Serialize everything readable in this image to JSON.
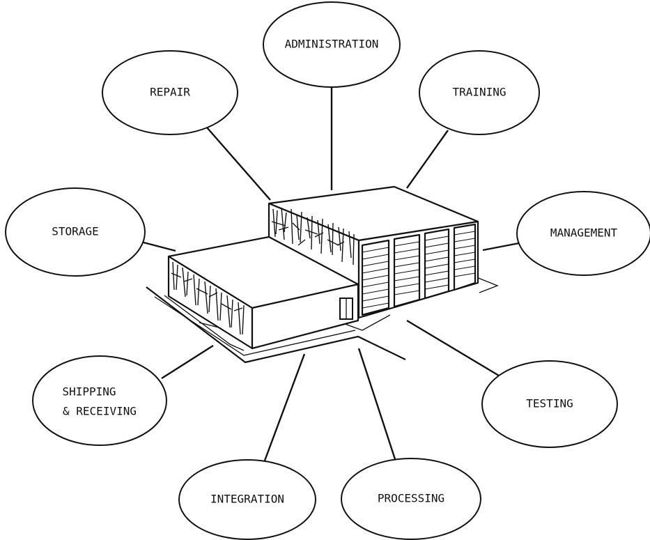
{
  "diagram": {
    "building_name": "facility-building",
    "nodes": [
      {
        "id": "administration",
        "label": "ADMINISTRATION"
      },
      {
        "id": "repair",
        "label": "REPAIR"
      },
      {
        "id": "training",
        "label": "TRAINING"
      },
      {
        "id": "storage",
        "label": "STORAGE"
      },
      {
        "id": "management",
        "label": "MANAGEMENT"
      },
      {
        "id": "shipping-receiving",
        "label": [
          "SHIPPING",
          "& RECEIVING"
        ]
      },
      {
        "id": "testing",
        "label": "TESTING"
      },
      {
        "id": "integration",
        "label": "INTEGRATION"
      },
      {
        "id": "processing",
        "label": "PROCESSING"
      }
    ],
    "connections": [
      {
        "from": "administration",
        "to": "building"
      },
      {
        "from": "repair",
        "to": "building"
      },
      {
        "from": "training",
        "to": "building"
      },
      {
        "from": "storage",
        "to": "building"
      },
      {
        "from": "management",
        "to": "building"
      },
      {
        "from": "shipping-receiving",
        "to": "building"
      },
      {
        "from": "testing",
        "to": "building"
      },
      {
        "from": "integration",
        "to": "building"
      },
      {
        "from": "processing",
        "to": "building"
      }
    ]
  }
}
